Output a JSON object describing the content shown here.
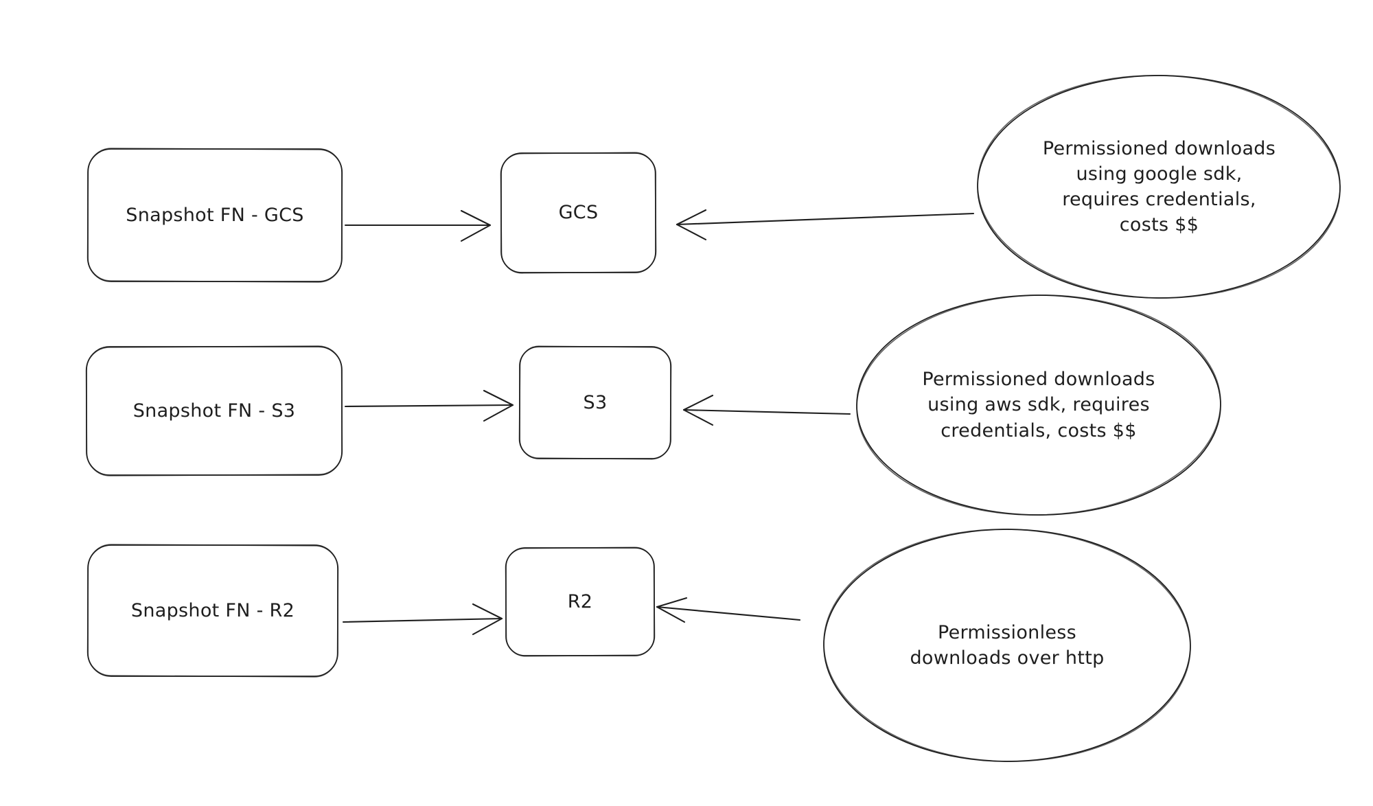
{
  "diagram": {
    "background_color": "#ffffff",
    "stroke_color": "#1e1e1e",
    "text_color": "#1e1e1e",
    "style": "hand-drawn whiteboard sketch",
    "rows": [
      {
        "source_label": "Snapshot FN - GCS",
        "target_label": "GCS",
        "note_text": "Permissioned downloads\nusing google sdk,\nrequires credentials,\ncosts $$"
      },
      {
        "source_label": "Snapshot FN - S3",
        "target_label": "S3",
        "note_text": "Permissioned downloads\nusing aws sdk, requires\ncredentials, costs $$"
      },
      {
        "source_label": "Snapshot FN - R2",
        "target_label": "R2",
        "note_text": "Permissionless\ndownloads over http"
      }
    ]
  }
}
